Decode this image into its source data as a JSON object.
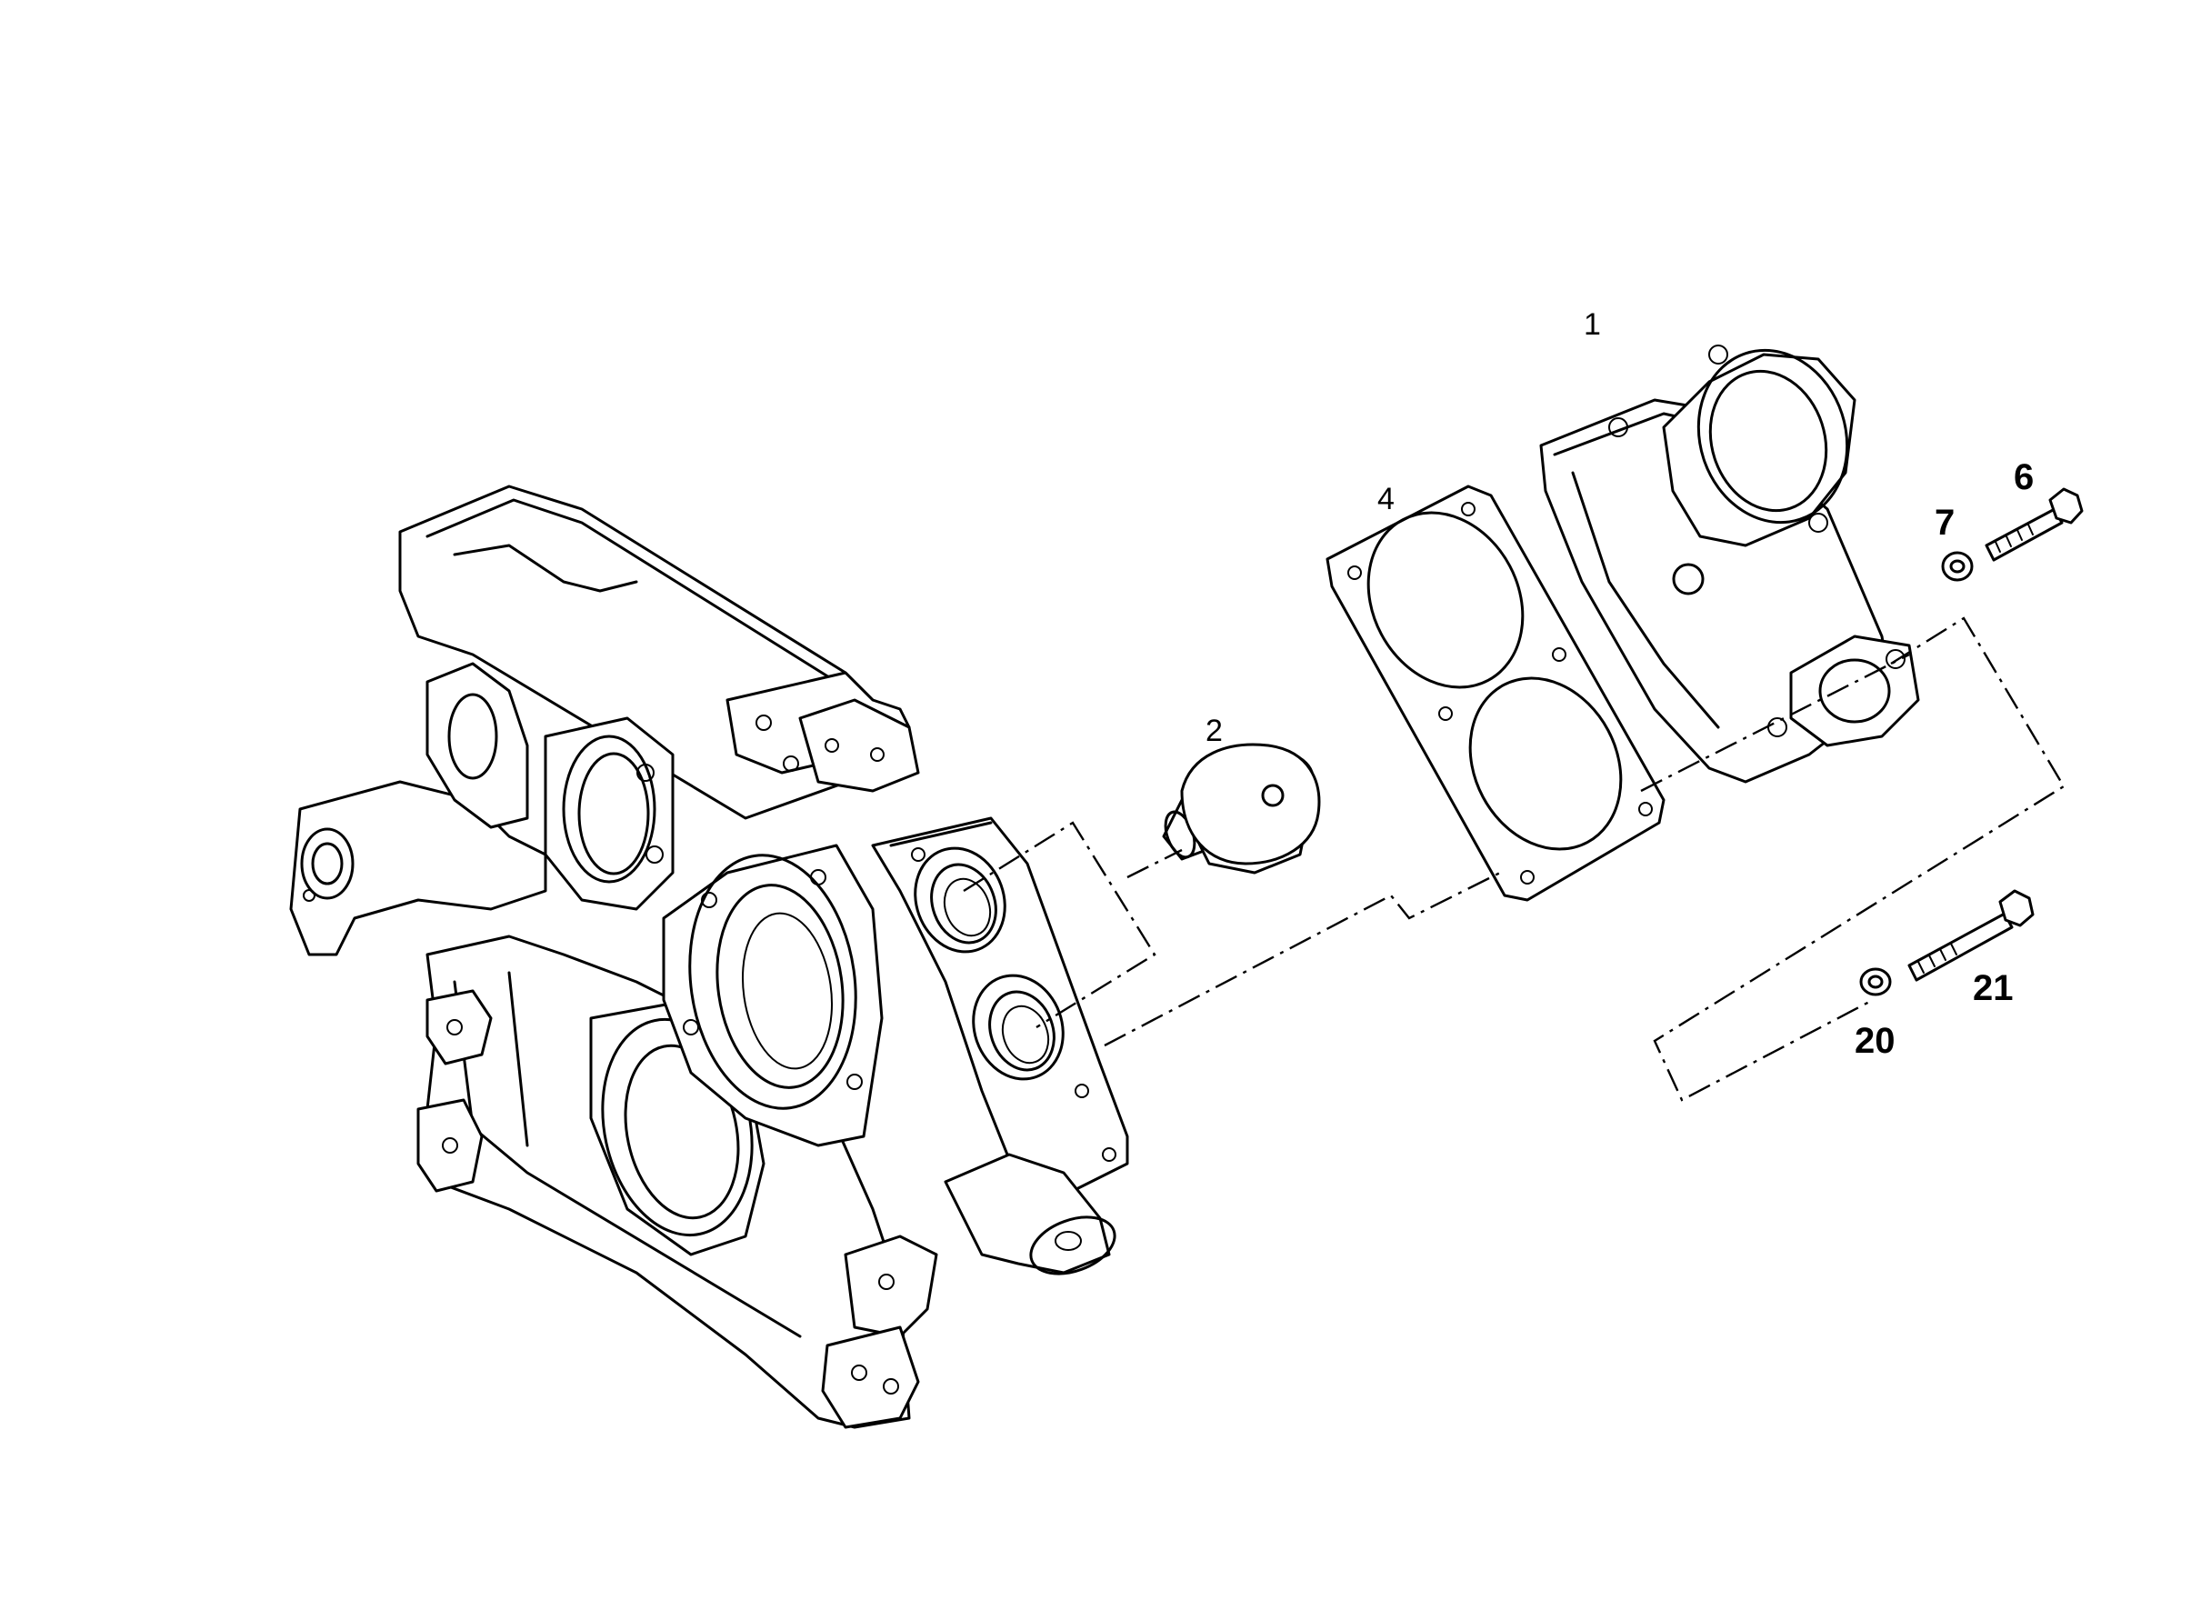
{
  "callouts": {
    "part_1": "1",
    "part_2": "2",
    "part_4": "4",
    "part_6": "6",
    "part_7": "7",
    "part_20": "20",
    "part_21": "21"
  }
}
